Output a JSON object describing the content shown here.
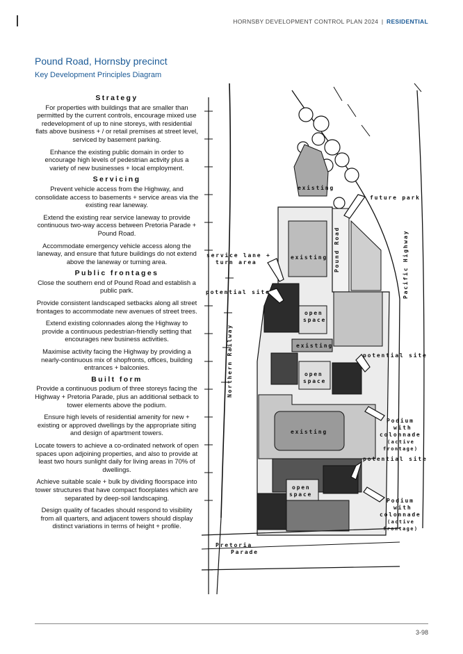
{
  "header": {
    "doc_title": "HORNSBY DEVELOPMENT CONTROL PLAN 2024",
    "separator": "|",
    "section": "RESIDENTIAL"
  },
  "title": "Pound Road, Hornsby precinct",
  "subtitle": "Key Development Principles Diagram",
  "sections": [
    {
      "heading": "Strategy",
      "paragraphs": [
        "For properties with buildings that are smaller than permitted by the current controls, encourage mixed use redevelopment of up to nine storeys, with residential flats above business + / or retail premises at street level, serviced by basement parking.",
        "Enhance the existing public domain in order to encourage high levels of pedestrian activity plus a variety of new businesses + local employment."
      ]
    },
    {
      "heading": "Servicing",
      "paragraphs": [
        "Prevent vehicle access from the Highway, and consolidate access to basements + service areas via the existing rear laneway.",
        "Extend the existing rear service laneway to provide continuous two-way access between Pretoria Parade + Pound Road.",
        "Accommodate emergency vehicle access along the laneway, and ensure that future buildings do not extend above the laneway or turning area."
      ]
    },
    {
      "heading": "Public frontages",
      "paragraphs": [
        "Close the southern end of Pound Road and establish a public park.",
        "Provide consistent landscaped setbacks along all street frontages to accommodate new avenues of street trees.",
        "Extend existing colonnades along the Highway to provide a continuous pedestrian-friendly setting that encourages new business activities.",
        "Maximise activity facing the Highway by providing a nearly-continuous mix of shopfronts, offices, building entrances + balconies."
      ]
    },
    {
      "heading": "Built form",
      "paragraphs": [
        "Provide a continuous podium of three storeys facing the Highway + Pretoria Parade, plus an additional setback to tower elements above the podium.",
        "Ensure high levels of residential amenity for new + existing or approved dwellings by the appropriate siting and design of apartment towers.",
        "Locate towers to achieve a co-ordinated network of open spaces upon adjoining properties, and also to provide at least two hours sunlight daily for living areas in 70% of dwellings.",
        "Achieve suitable scale + bulk by dividing floorspace into tower structures that have compact floorplates which are separated by deep-soil landscaping.",
        "Design quality of facades should respond to visibility from all quarters, and adjacent towers should display distinct variations in terms of height + profile."
      ]
    }
  ],
  "diagram": {
    "labels": {
      "existing_top": "existing",
      "future_park": "future park",
      "pound_road": "Pound Road",
      "existing_upper": "existing",
      "service_lane_1": "service lane +",
      "service_lane_2": "turn area",
      "potential_site_1": "potential site",
      "pacific_highway": "Pacific Highway",
      "northern_railway": "Northern Railway",
      "open_space_1a": "open",
      "open_space_1b": "space",
      "existing_mid": "existing",
      "potential_site_2": "potential site",
      "open_space_2a": "open",
      "open_space_2b": "space",
      "existing_large": "existing",
      "podium_1a": "Podium",
      "podium_1b": "with",
      "podium_1c": "colonnade",
      "podium_1d": "(active",
      "podium_1e": "frontage)",
      "potential_site_3": "potential site",
      "open_space_3a": "open",
      "open_space_3b": "space",
      "podium_2a": "Podium",
      "podium_2b": "with",
      "podium_2c": "colonnade",
      "podium_2d": "(active",
      "podium_2e": "frontage)",
      "pretoria": "Pretoria",
      "parade": "Parade"
    }
  },
  "page_number": "3-98"
}
